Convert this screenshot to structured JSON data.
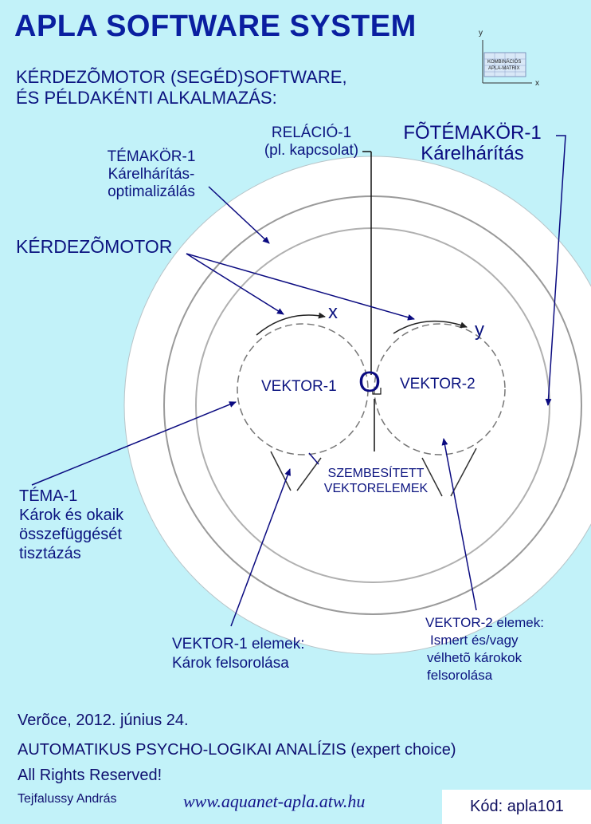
{
  "header": {
    "title": "APLA SOFTWARE SYSTEM",
    "subtitle_line1": "KÉRDEZÕMOTOR (SEGÉD)SOFTWARE,",
    "subtitle_line2": "ÉS PÉLDAKÉNTI ALKALMAZÁS:"
  },
  "logo": {
    "y_label": "y",
    "x_label": "x",
    "line1": "KOMBINÁCIÓS",
    "line2": "APLA-MATRIX"
  },
  "diagram": {
    "relacio_line1": "RELÁCIÓ-1",
    "relacio_line2": "(pl. kapcsolat)",
    "fotemakor_line1": "FÕTÉMAKÖR-1",
    "fotemakor_line2": "Kárelhárítás",
    "temakor_line1": "TÉMAKÖR-1",
    "temakor_line2": "Kárelhárítás-",
    "temakor_line3": "optimalizálás",
    "kerdezomotor": "KÉRDEZÕMOTOR",
    "x_label": "x",
    "y_label": "y",
    "vektor1": "VEKTOR-1",
    "vektor2": "VEKTOR-2",
    "center_symbol": "O",
    "szembesitett_line1": "SZEMBESÍTETT",
    "szembesitett_line2": "VEKTORELEMEK",
    "tema_line1": "TÉMA-1",
    "tema_line2": "Károk és okaik",
    "tema_line3": "összefüggését",
    "tema_line4": "tisztázás",
    "vektor1_elemek_line1": "VEKTOR-1 elemek:",
    "vektor1_elemek_line2": "Károk felsorolása",
    "vektor2_elemek_line1": "VEKTOR-2 elemek:",
    "vektor2_elemek_line2": "Ismert és/vagy",
    "vektor2_elemek_line3": "vélhetõ károkok",
    "vektor2_elemek_line4": "felsorolása"
  },
  "footer": {
    "place_date": "Verõce, 2012. június 24.",
    "analysis": "AUTOMATIKUS PSYCHO-LOGIKAI ANALÍZIS (expert choice)",
    "rights": "All Rights Reserved!",
    "author": "Tejfalussy András",
    "website": "www.aquanet-apla.atw.hu",
    "code": "Kód: apla101"
  }
}
